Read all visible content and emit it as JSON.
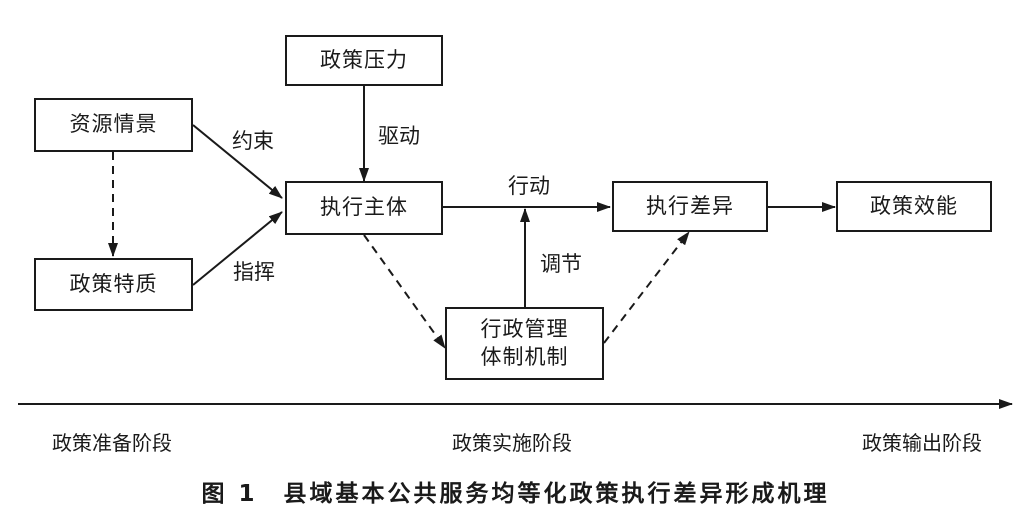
{
  "nodes": {
    "policy_pressure": "政策压力",
    "resource_context": "资源情景",
    "policy_nature": "政策特质",
    "executor": "执行主体",
    "admin_mechanism": [
      "行政管理",
      "体制机制"
    ],
    "execution_difference": "执行差异",
    "policy_efficacy": "政策效能"
  },
  "edge_labels": {
    "drive": "驱动",
    "constrain": "约束",
    "direct": "指挥",
    "action": "行动",
    "regulate": "调节"
  },
  "stages": [
    "政策准备阶段",
    "政策实施阶段",
    "政策输出阶段"
  ],
  "caption": "图 1　县域基本公共服务均等化政策执行差异形成机理"
}
